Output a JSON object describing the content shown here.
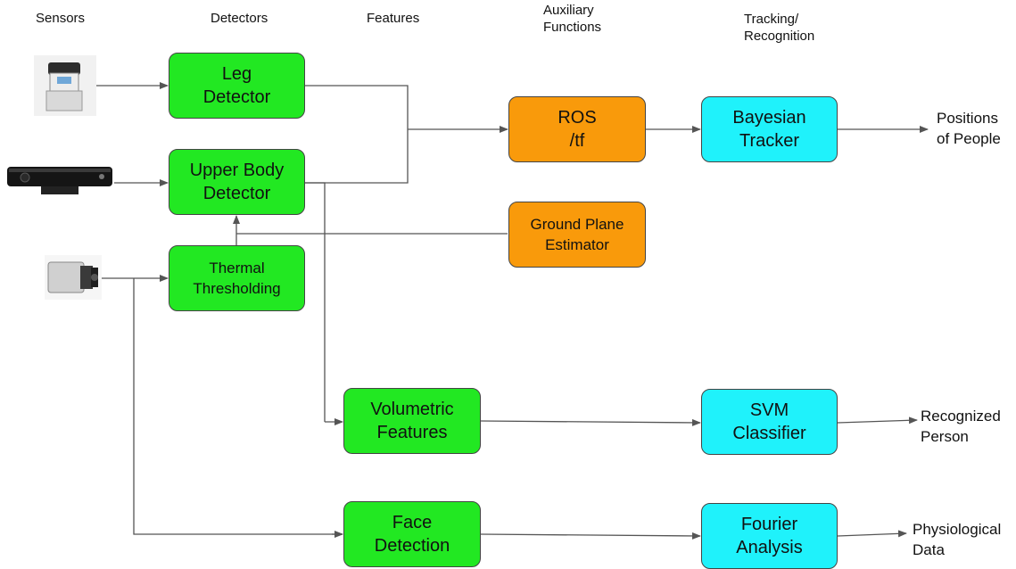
{
  "columns": {
    "sensors": "Sensors",
    "detectors": "Detectors",
    "features": "Features",
    "auxiliary": "Auxiliary\nFunctions",
    "tracking": "Tracking/\nRecognition"
  },
  "boxes": {
    "leg": "Leg\nDetector",
    "upper": "Upper Body\nDetector",
    "thermal": "Thermal\nThresholding",
    "ros": "ROS\n/tf",
    "ground": "Ground Plane\nEstimator",
    "bayes": "Bayesian\nTracker",
    "volumetric": "Volumetric\nFeatures",
    "svm": "SVM\nClassifier",
    "face": "Face\nDetection",
    "fourier": "Fourier\nAnalysis"
  },
  "outputs": {
    "positions": "Positions\nof People",
    "recognized": "Recognized\nPerson",
    "physio": "Physiological\nData"
  },
  "sensors": [
    "laser-scanner-icon",
    "depth-camera-icon",
    "thermal-camera-icon"
  ],
  "colors": {
    "green": "#22e822",
    "orange": "#f99a0b",
    "cyan": "#1ff2fb",
    "line": "#555555"
  }
}
